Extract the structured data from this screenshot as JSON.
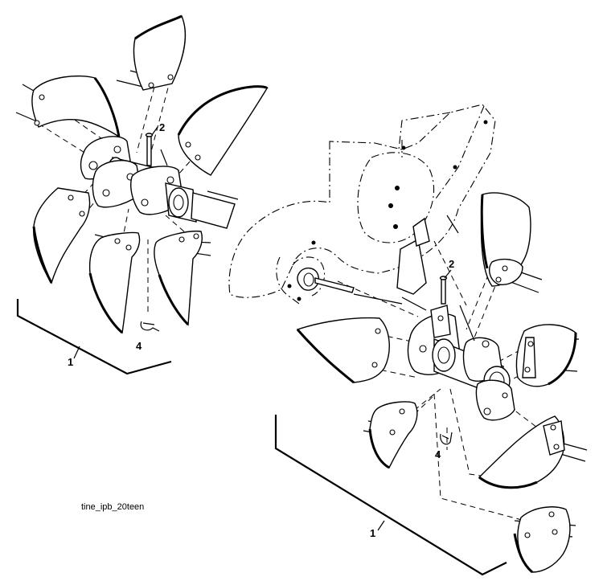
{
  "callouts": {
    "left_assembly": {
      "tine_assembly": "1",
      "shear_pin": "2",
      "hairpin_clip": "4"
    },
    "right_assembly": {
      "tine_assembly": "1",
      "shear_pin": "2",
      "hairpin_clip": "4"
    }
  },
  "figure_id": "tine_ipb_20teen"
}
